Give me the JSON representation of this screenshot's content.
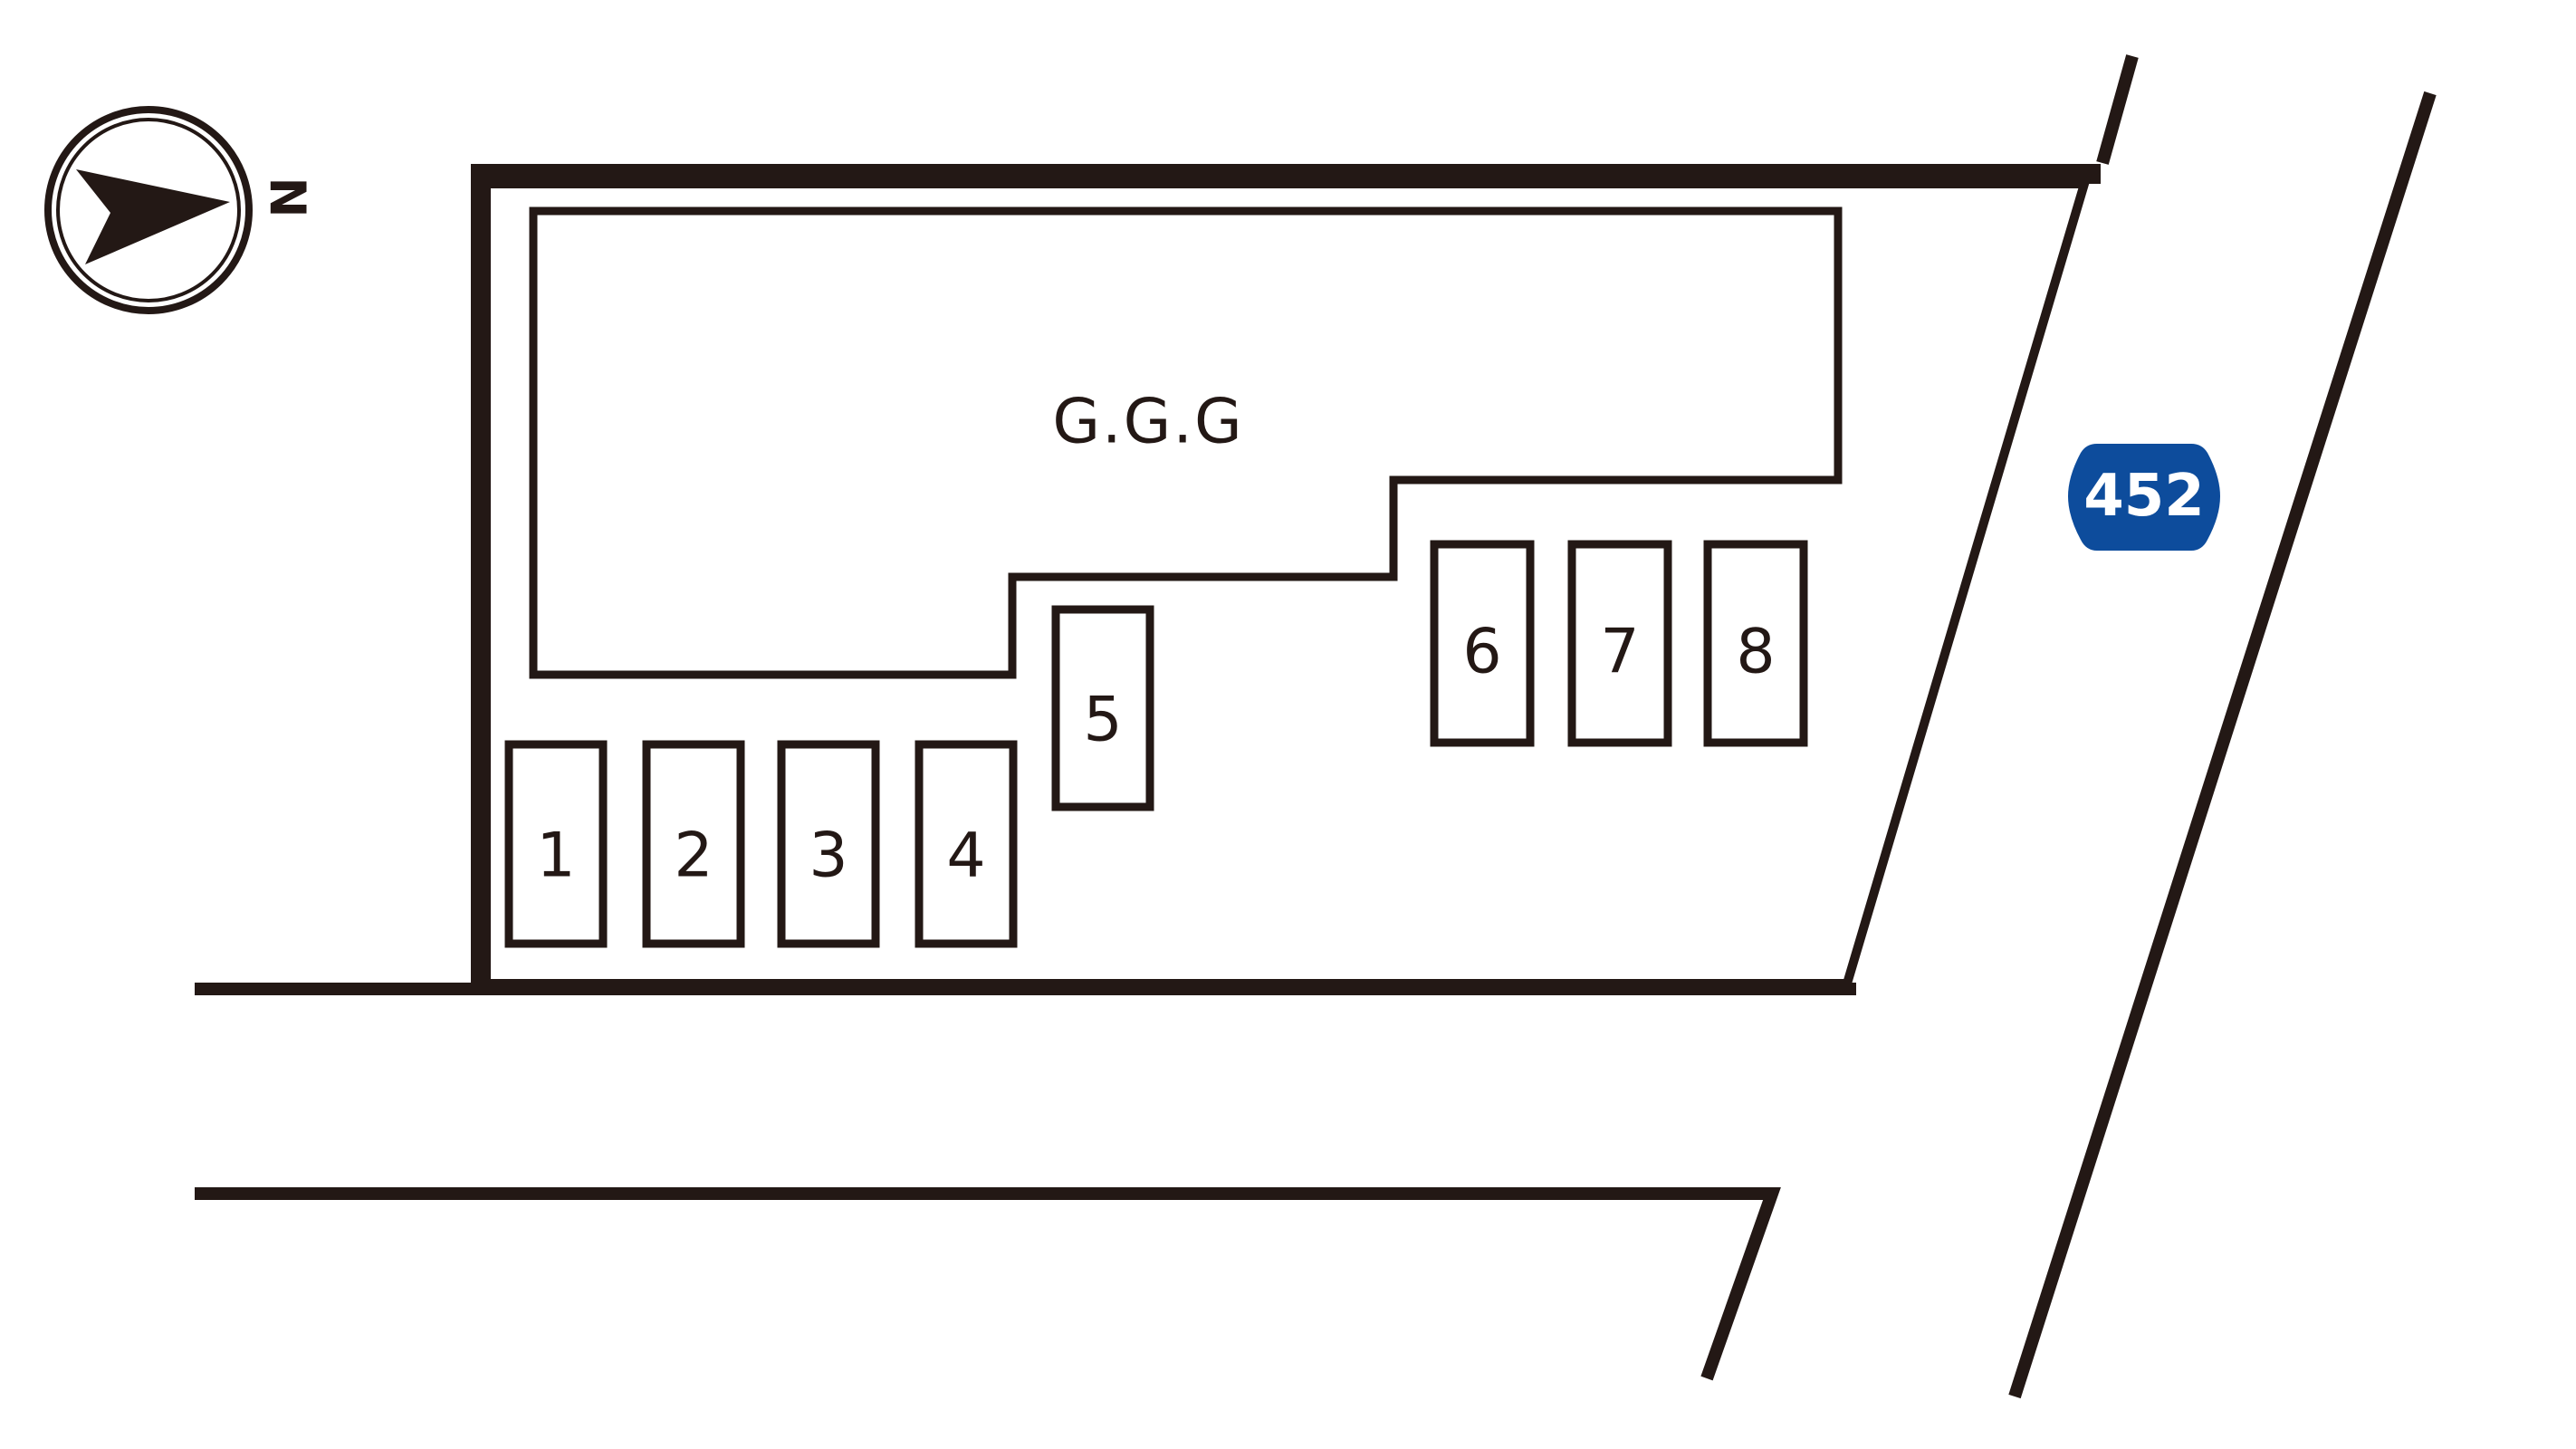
{
  "building": {
    "label": "G.G.G"
  },
  "compass": {
    "letter": "N",
    "icon": "north-arrow-icon"
  },
  "route": {
    "number": "452",
    "color": "#0d4c9c",
    "icon": "route-shield-icon"
  },
  "colors": {
    "line": "#231815",
    "background": "#ffffff"
  },
  "parking_spaces": [
    {
      "label": "1"
    },
    {
      "label": "2"
    },
    {
      "label": "3"
    },
    {
      "label": "4"
    },
    {
      "label": "5"
    },
    {
      "label": "6"
    },
    {
      "label": "7"
    },
    {
      "label": "8"
    }
  ]
}
